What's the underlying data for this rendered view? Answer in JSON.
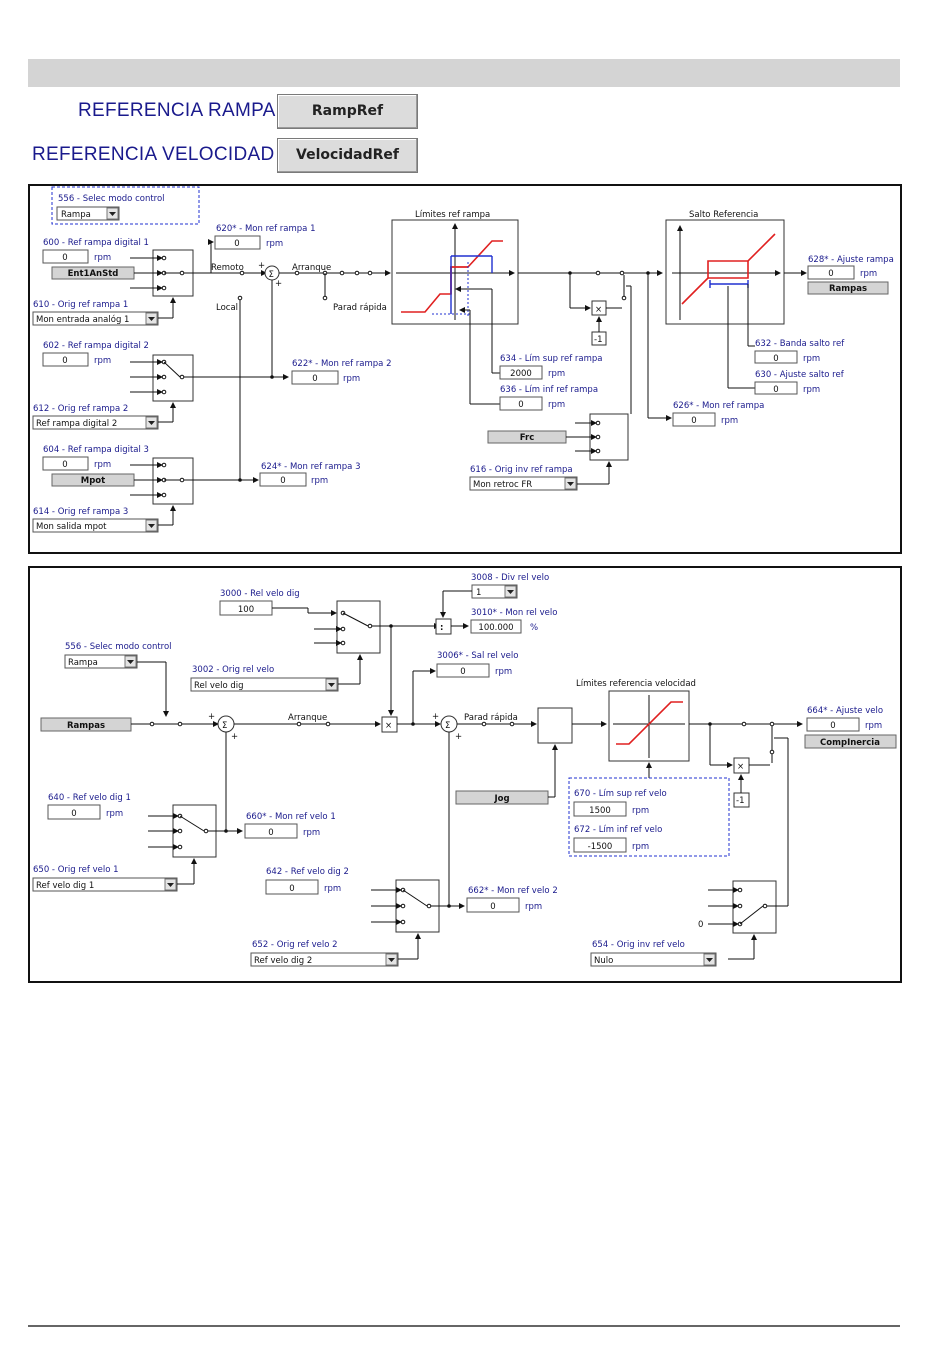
{
  "header": {
    "ramp_title": "REFERENCIA RAMPA",
    "ramp_button": "RampRef",
    "speed_title": "REFERENCIA VELOCIDAD",
    "speed_button": "VelocidadRef"
  },
  "ramp": {
    "p556": "556 - Selec modo control",
    "p556_val": "Rampa",
    "p600": "600 - Ref rampa digital 1",
    "p600_val": "0",
    "btn_ent": "Ent1AnStd",
    "p610": "610 - Orig ref rampa 1",
    "p610_val": "Mon entrada analóg 1",
    "p620": "620* - Mon ref rampa 1",
    "p620_val": "0",
    "remoto": "Remoto",
    "local": "Local",
    "arranque": "Arranque",
    "parada": "Parad rápida",
    "limits_title": "Límites ref rampa",
    "jump_title": "Salto Referencia",
    "p628": "628* - Ajuste rampa",
    "p628_val": "0",
    "btn_rampas": "Rampas",
    "p602": "602 - Ref rampa digital 2",
    "p602_val": "0",
    "p612": "612 - Orig ref rampa 2",
    "p612_val": "Ref rampa digital 2",
    "p622": "622* - Mon ref rampa 2",
    "p622_val": "0",
    "p634": "634 - Lím sup ref rampa",
    "p634_val": "2000",
    "p636": "636 - Lím inf ref rampa",
    "p636_val": "0",
    "p632": "632 - Banda salto ref",
    "p632_val": "0",
    "p630": "630 - Ajuste salto ref",
    "p630_val": "0",
    "p626": "626* - Mon ref rampa",
    "p626_val": "0",
    "btn_frc": "Frc",
    "p616": "616 - Orig inv ref rampa",
    "p616_val": "Mon retroc FR",
    "p604": "604 - Ref rampa digital 3",
    "p604_val": "0",
    "btn_mpot": "Mpot",
    "p614": "614 - Orig ref rampa 3",
    "p614_val": "Mon salida mpot",
    "p624": "624* - Mon ref rampa 3",
    "p624_val": "0",
    "neg1": "-1",
    "rpm": "rpm"
  },
  "speed": {
    "p3000": "3000 - Rel velo dig",
    "p3000_val": "100",
    "p3008": "3008 - Div rel velo",
    "p3008_val": "1",
    "p3010": "3010* - Mon rel velo",
    "p3010_val": "100.000",
    "pct": "%",
    "p556": "556 - Selec modo control",
    "p556_val": "Rampa",
    "p3002": "3002 - Orig rel velo",
    "p3002_val": "Rel velo dig",
    "p3006": "3006* - Sal rel velo",
    "p3006_val": "0",
    "limits_title": "Límites referencia velocidad",
    "btn_rampas": "Rampas",
    "arranque": "Arranque",
    "parada": "Parad rápida",
    "p664": "664* - Ajuste velo",
    "p664_val": "0",
    "btn_comp": "CompInercia",
    "btn_jog": "Jog",
    "p640": "640 - Ref velo dig 1",
    "p640_val": "0",
    "p660": "660* - Mon ref velo 1",
    "p660_val": "0",
    "p670": "670 - Lím sup ref velo",
    "p670_val": "1500",
    "p672": "672 - Lím inf ref velo",
    "p672_val": "-1500",
    "p650": "650 - Orig ref velo 1",
    "p650_val": "Ref velo dig 1",
    "p642": "642 - Ref velo dig 2",
    "p642_val": "0",
    "p662": "662* - Mon ref velo 2",
    "p662_val": "0",
    "p652": "652 - Orig ref velo 2",
    "p652_val": "Ref velo dig 2",
    "p654": "654 - Orig inv ref velo",
    "p654_val": "Nulo",
    "zero": "0",
    "neg1": "-1",
    "rpm": "rpm"
  },
  "colors": {
    "label": "#1a1a8c",
    "curve": "#e02020",
    "band": "#2030d0"
  }
}
